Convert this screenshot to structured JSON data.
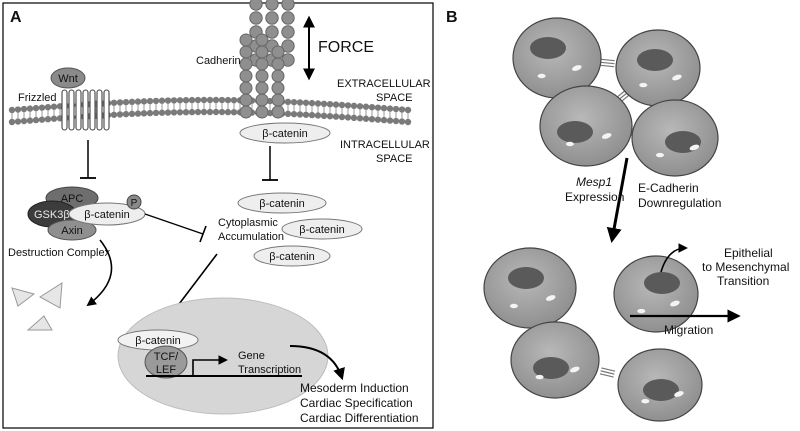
{
  "panel_a": {
    "letter": "A",
    "force": "FORCE",
    "cadherin": "Cadherin",
    "extracellular": [
      "EXTRACELLULAR",
      "SPACE"
    ],
    "intracellular": [
      "INTRACELLULAR",
      "SPACE"
    ],
    "wnt": "Wnt",
    "frizzled": "Frizzled",
    "beta_catenin": "β-catenin",
    "apc": "APC",
    "gsk3b": "GSK3β",
    "axin": "Axin",
    "p": "P",
    "destruction_complex": "Destruction Complex",
    "cytoplasmic": [
      "Cytoplasmic",
      "Accumulation"
    ],
    "tcf": [
      "TCF/",
      "LEF"
    ],
    "gene": [
      "Gene",
      "Transcription"
    ],
    "outcomes": [
      "Mesoderm Induction",
      "Cardiac Specification",
      "Cardiac Differentiation"
    ]
  },
  "panel_b": {
    "letter": "B",
    "mesp1": "Mesp1",
    "expression": "Expression",
    "ecadherin": [
      "E-Cadherin",
      "Downregulation"
    ],
    "emt": [
      "Epithelial",
      "to Mesenchymal",
      "Transition"
    ],
    "migration": "Migration"
  },
  "colors": {
    "cell_fill": "#9e9e9e",
    "nucleus_fill": "#5a5a5a",
    "membrane": "#7a7a7a",
    "protein_light": "#e6e6e6",
    "nucleus_region": "#d6d6d6"
  }
}
